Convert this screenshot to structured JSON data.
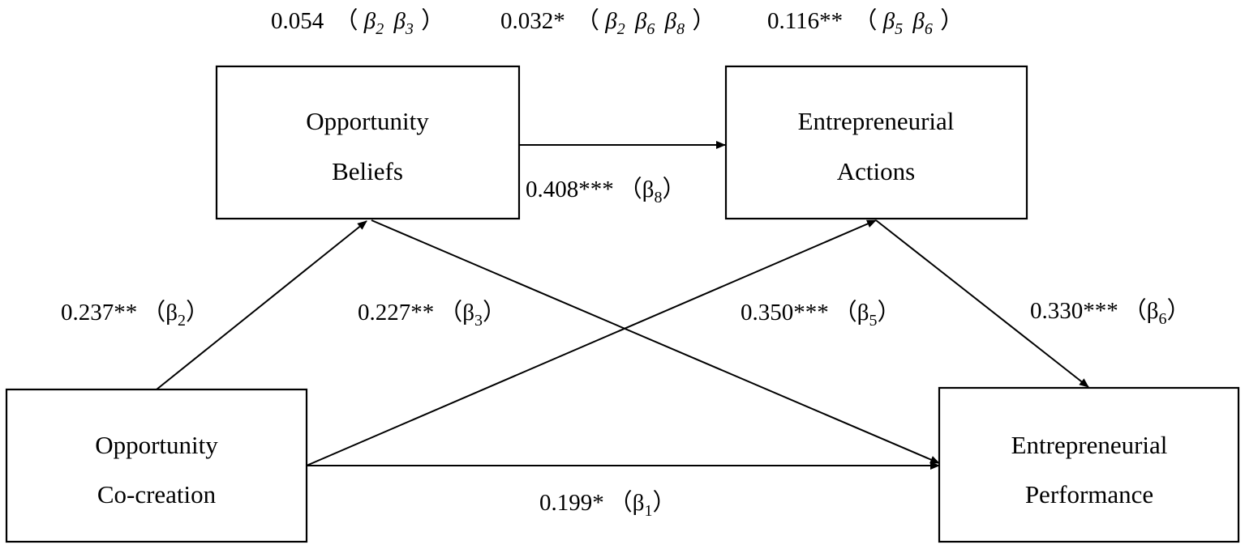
{
  "indirect_effects": [
    {
      "value": "0.054",
      "open": "（",
      "symbol": "β",
      "subs": [
        "2",
        "3"
      ],
      "close": "）"
    },
    {
      "value": "0.032*",
      "open": "（",
      "symbol": "β",
      "subs": [
        "2",
        "6",
        "8"
      ],
      "close": "）"
    },
    {
      "value": "0.116**",
      "open": "（",
      "symbol": "β",
      "subs": [
        "5",
        "6"
      ],
      "close": "）"
    }
  ],
  "nodes": {
    "opportunity_beliefs": {
      "line1": "Opportunity",
      "line2": "Beliefs"
    },
    "entrepreneurial_actions": {
      "line1": "Entrepreneurial",
      "line2": "Actions"
    },
    "opportunity_cocreation": {
      "line1": "Opportunity",
      "line2": "Co-creation"
    },
    "entrepreneurial_performance": {
      "line1": "Entrepreneurial",
      "line2": "Performance"
    }
  },
  "paths": {
    "beta8": {
      "value": "0.408***",
      "open": "（",
      "symbol": "β",
      "sub": "8",
      "close": "）"
    },
    "beta2": {
      "value": "0.237**",
      "open": "（",
      "symbol": "β",
      "sub": "2",
      "close": "）"
    },
    "beta3": {
      "value": "0.227**",
      "open": "（",
      "symbol": "β",
      "sub": "3",
      "close": "）"
    },
    "beta5": {
      "value": "0.350***",
      "open": "（",
      "symbol": "β",
      "sub": "5",
      "close": "）"
    },
    "beta6": {
      "value": "0.330***",
      "open": "（",
      "symbol": "β",
      "sub": "6",
      "close": "）"
    },
    "beta1": {
      "value": "0.199*",
      "open": "（",
      "symbol": "β",
      "sub": "1",
      "close": "）"
    }
  },
  "colors": {
    "stroke": "#000000",
    "background": "#ffffff"
  }
}
